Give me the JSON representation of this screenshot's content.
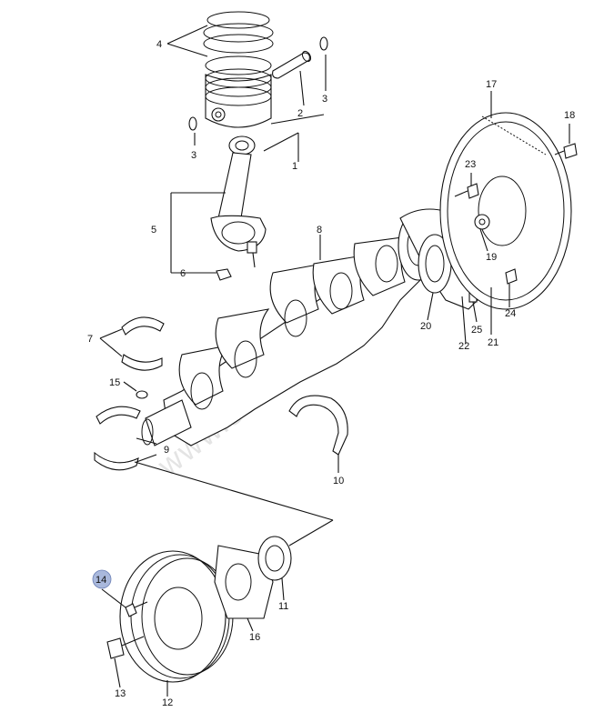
{
  "diagram": {
    "watermark": "www.suzuki...",
    "highlight_color": "#a9b8dc",
    "callouts": [
      {
        "id": "c4",
        "text": "4"
      },
      {
        "id": "c2",
        "text": "2"
      },
      {
        "id": "c3a",
        "text": "3"
      },
      {
        "id": "c3b",
        "text": "3"
      },
      {
        "id": "c1",
        "text": "1"
      },
      {
        "id": "c17",
        "text": "17"
      },
      {
        "id": "c18",
        "text": "18"
      },
      {
        "id": "c23",
        "text": "23"
      },
      {
        "id": "c8",
        "text": "8"
      },
      {
        "id": "c5",
        "text": "5"
      },
      {
        "id": "c6",
        "text": "6"
      },
      {
        "id": "c19",
        "text": "19"
      },
      {
        "id": "c24",
        "text": "24"
      },
      {
        "id": "c20",
        "text": "20"
      },
      {
        "id": "c25",
        "text": "25"
      },
      {
        "id": "c22",
        "text": "22"
      },
      {
        "id": "c21",
        "text": "21"
      },
      {
        "id": "c7",
        "text": "7"
      },
      {
        "id": "c15",
        "text": "15"
      },
      {
        "id": "c9",
        "text": "9"
      },
      {
        "id": "c10",
        "text": "10"
      },
      {
        "id": "c14",
        "text": "14"
      },
      {
        "id": "c11",
        "text": "11"
      },
      {
        "id": "c16",
        "text": "16"
      },
      {
        "id": "c13",
        "text": "13"
      },
      {
        "id": "c12",
        "text": "12"
      }
    ]
  }
}
